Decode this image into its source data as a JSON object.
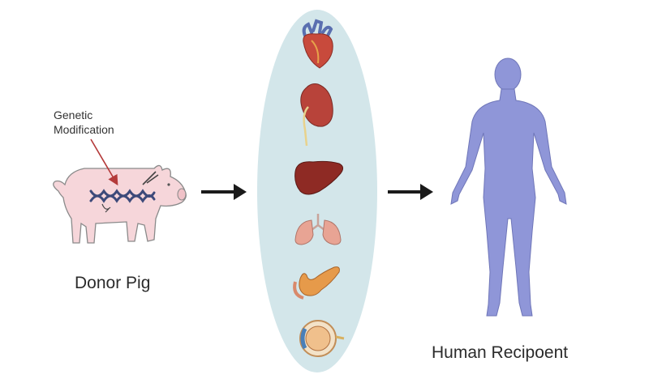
{
  "labels": {
    "genetic_modification": [
      "Genetic",
      "Modification"
    ],
    "donor": "Donor Pig",
    "recipient": "Human Recipoent"
  },
  "organs": [
    {
      "name": "heart",
      "icon": "heart-icon"
    },
    {
      "name": "kidney",
      "icon": "kidney-icon"
    },
    {
      "name": "liver",
      "icon": "liver-icon"
    },
    {
      "name": "lungs",
      "icon": "lungs-icon"
    },
    {
      "name": "pancreas",
      "icon": "pancreas-icon"
    },
    {
      "name": "eye",
      "icon": "eye-icon"
    }
  ],
  "colors": {
    "pig_fill": "#f6d6da",
    "pig_stroke": "#8a8a8a",
    "oval_fill": "#d3e6ea",
    "human_fill": "#8f96d8",
    "arrow": "#1a1a1a",
    "annotation_arrow": "#b43a3a",
    "dna": "#3d4a7a"
  }
}
